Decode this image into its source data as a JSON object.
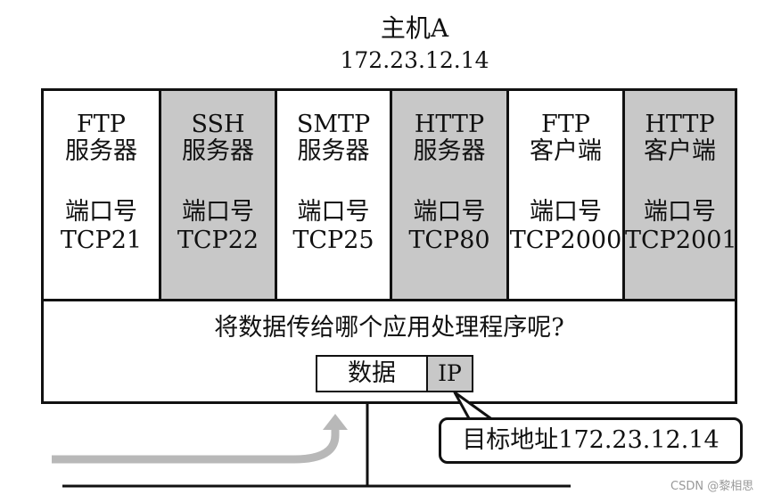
{
  "host": {
    "name": "主机A",
    "ip": "172.23.12.14"
  },
  "applications": [
    {
      "name": "FTP",
      "type": "服务器",
      "port_label": "端口号",
      "port": "TCP21",
      "shaded": false
    },
    {
      "name": "SSH",
      "type": "服务器",
      "port_label": "端口号",
      "port": "TCP22",
      "shaded": true
    },
    {
      "name": "SMTP",
      "type": "服务器",
      "port_label": "端口号",
      "port": "TCP25",
      "shaded": false
    },
    {
      "name": "HTTP",
      "type": "服务器",
      "port_label": "端口号",
      "port": "TCP80",
      "shaded": true
    },
    {
      "name": "FTP",
      "type": "客户端",
      "port_label": "端口号",
      "port": "TCP2000",
      "shaded": false
    },
    {
      "name": "HTTP",
      "type": "客户端",
      "port_label": "端口号",
      "port": "TCP2001",
      "shaded": true
    }
  ],
  "question": "将数据传给哪个应用处理程序呢?",
  "packet": {
    "data_label": "数据",
    "ip_label": "IP"
  },
  "callout": "目标地址172.23.12.14",
  "watermark": "CSDN @黎相思",
  "colors": {
    "shaded_cell": "#c8c8c8",
    "white_cell": "#ffffff",
    "lines": "#111111",
    "arrow": "#b8b8b8"
  }
}
